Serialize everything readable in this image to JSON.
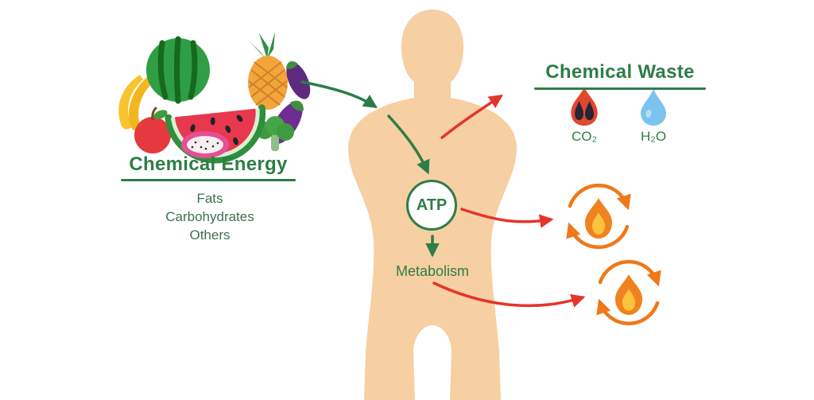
{
  "palette": {
    "green": "#2e7d46",
    "red": "#e5342c",
    "orange": "#f07818",
    "water_blue": "#7cc3ef",
    "skin": "#f6cfa2"
  },
  "chemical_energy": {
    "title": "Chemical Energy",
    "sources": [
      "Fats",
      "Carbohydrates",
      "Others"
    ]
  },
  "body_process": {
    "atp": "ATP",
    "metabolism": "Metabolism"
  },
  "chemical_waste": {
    "title": "Chemical Waste",
    "co2": "CO₂",
    "h2o": "H₂O"
  },
  "icons": {
    "intake_arrow": "green-arrow-icon",
    "waste_arrow": "red-arrow-icon",
    "co2": "flame-icon",
    "h2o": "water-drop-icon",
    "energy_release": "flame-cycle-icon"
  }
}
